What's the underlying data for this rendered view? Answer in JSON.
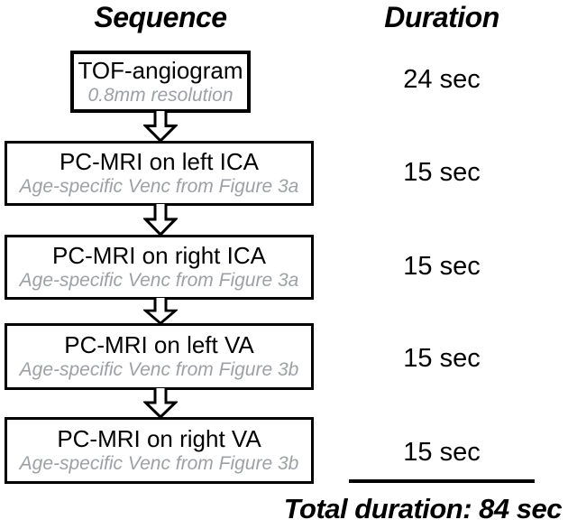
{
  "headers": {
    "sequence": "Sequence",
    "duration": "Duration"
  },
  "steps": [
    {
      "title": "TOF-angiogram",
      "subtitle": "0.8mm resolution",
      "duration": "24 sec"
    },
    {
      "title": "PC-MRI on left ICA",
      "subtitle": "Age-specific Venc from Figure 3a",
      "duration": "15 sec"
    },
    {
      "title": "PC-MRI on right ICA",
      "subtitle": "Age-specific Venc from Figure 3a",
      "duration": "15 sec"
    },
    {
      "title": "PC-MRI on left VA",
      "subtitle": "Age-specific Venc from Figure 3b",
      "duration": "15 sec"
    },
    {
      "title": "PC-MRI on right VA",
      "subtitle": "Age-specific Venc from Figure 3b",
      "duration": "15 sec"
    }
  ],
  "connector_icon": "double-down-arrow",
  "total": {
    "label": "Total duration: 84 sec"
  },
  "colors": {
    "text": "#000000",
    "muted_text": "#9da1a5",
    "box_border": "#000000",
    "background": "#ffffff",
    "divider": "#000000"
  }
}
